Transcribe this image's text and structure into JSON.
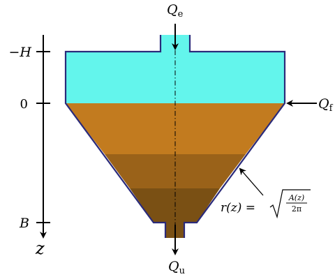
{
  "labels": {
    "q_e_main": "Q",
    "q_e_sub": "e",
    "q_f_main": "Q",
    "q_f_sub": "f",
    "q_u_main": "Q",
    "q_u_sub": "u",
    "neg_h": "−H",
    "zero": "0",
    "b": "B",
    "z_axis": "z",
    "formula_lhs": "r(z) =",
    "formula_num": "A(z)",
    "formula_den": "2π"
  },
  "colors": {
    "clear_water": "#63f5ec",
    "sediment_top": "#c27b1f",
    "sediment_mid": "#9a6219",
    "sediment_bottom": "#7a5014",
    "outline": "#2a2a7a",
    "axis": "#000000"
  }
}
